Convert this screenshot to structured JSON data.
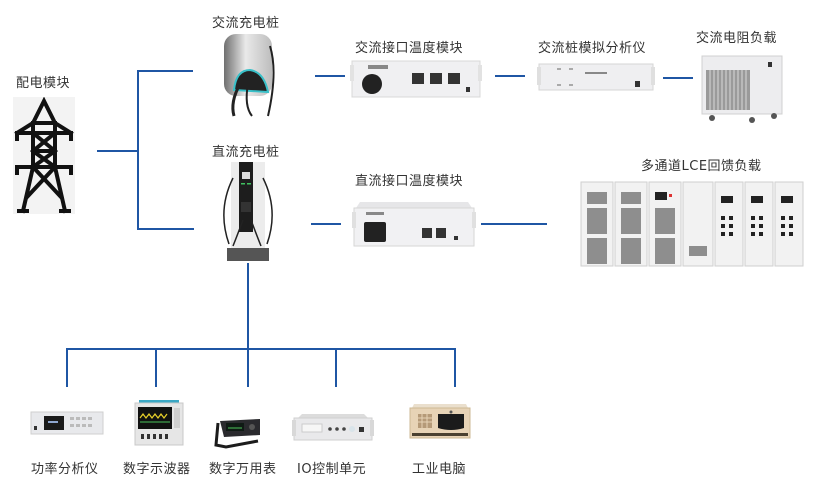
{
  "diagram": {
    "line_color": "#1f56a4",
    "nodes": {
      "power_module": {
        "label": "配电模块",
        "icon": "power-tower-icon"
      },
      "ac_charger": {
        "label": "交流充电桩",
        "icon": "ac-wallbox-charger-icon"
      },
      "dc_charger": {
        "label": "直流充电桩",
        "icon": "dc-charging-post-icon"
      },
      "ac_temp_module": {
        "label": "交流接口温度模块",
        "icon": "rack-module-icon"
      },
      "ac_analyzer": {
        "label": "交流桩模拟分析仪",
        "icon": "rack-instrument-icon"
      },
      "ac_load": {
        "label": "交流电阻负载",
        "icon": "resistive-load-cabinet-icon"
      },
      "dc_temp_module": {
        "label": "直流接口温度模块",
        "icon": "rack-module-icon"
      },
      "lce_load": {
        "label": "多通道LCE回馈负载",
        "icon": "cabinet-array-icon"
      }
    },
    "instruments": [
      {
        "label": "功率分析仪",
        "icon": "power-analyzer-icon"
      },
      {
        "label": "数字示波器",
        "icon": "oscilloscope-icon"
      },
      {
        "label": "数字万用表",
        "icon": "multimeter-icon"
      },
      {
        "label": "IO控制单元",
        "icon": "io-control-unit-icon"
      },
      {
        "label": "工业电脑",
        "icon": "industrial-pc-icon"
      }
    ]
  }
}
